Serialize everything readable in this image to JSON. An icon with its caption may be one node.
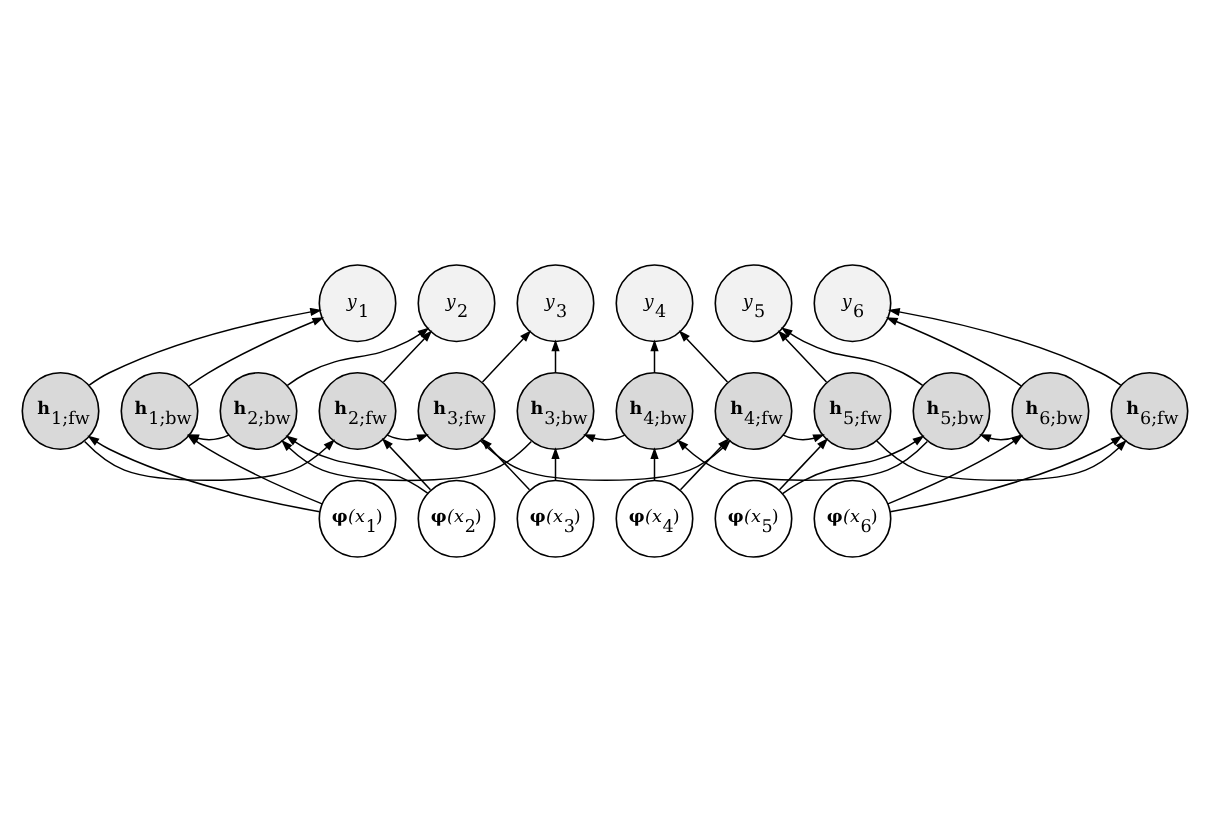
{
  "diagram": {
    "nodes": [
      {
        "text": [
          "y$_{1}$"
        ]
      },
      {
        "text": [
          "y$_{2}$"
        ]
      },
      {
        "text": [
          "y$_{3}$"
        ]
      },
      {
        "text": [
          "y$_{4}$"
        ]
      },
      {
        "text": [
          "y$_{5}$"
        ]
      },
      {
        "text": [
          "y$_{6}$"
        ]
      },
      {
        "text": [
          "**h**$_{1;bw}$"
        ]
      },
      {
        "text": [
          "**h**$_{2;bw}$"
        ]
      },
      {
        "text": [
          "**h**$_{3;bw}$"
        ]
      },
      {
        "text": [
          "**h**$_{4;bw}$"
        ]
      },
      {
        "text": [
          "**h**$_{5;bw}$"
        ]
      },
      {
        "text": [
          "**h**$_{6;bw}$"
        ]
      },
      {
        "text": [
          "**h**$_{1;fw}$"
        ]
      },
      {
        "text": [
          "**h**$_{2;fw}$"
        ]
      },
      {
        "text": [
          "**h**$_{3;fw}$"
        ]
      },
      {
        "text": [
          "**h**$_{4;fw}$"
        ]
      },
      {
        "text": [
          "**h**$_{5;fw}$"
        ]
      },
      {
        "text": [
          "**h**$_{6;fw}$"
        ]
      },
      {
        "text": [
          "**φ**(x$_{1}$)"
        ]
      },
      {
        "text": [
          "**φ**(x$_{2}$)"
        ]
      },
      {
        "text": [
          "**φ**(x$_{3}$)"
        ]
      },
      {
        "text": [
          "**φ**(x$_{4}$)"
        ]
      },
      {
        "text": [
          "**φ**(x$_{5}$)"
        ]
      },
      {
        "text": [
          "**φ**(x$_{6}$)"
        ]
      }
    ],
    "edges": [
      {
        "from": 18,
        "to": 12,
        "arrow": "to"
      },
      {
        "from": 18,
        "to": 6,
        "arrow": "to"
      },
      {
        "from": 12,
        "to": 0,
        "arrow": "to"
      },
      {
        "from": 6,
        "to": 0,
        "arrow": "to"
      },
      {
        "from": 12,
        "to": 13,
        "arrow": "to"
      },
      {
        "from": 19,
        "to": 13,
        "arrow": "to"
      },
      {
        "from": 19,
        "to": 7,
        "arrow": "to"
      },
      {
        "from": 13,
        "to": 1,
        "arrow": "to"
      },
      {
        "from": 7,
        "to": 1,
        "arrow": "to"
      },
      {
        "from": 7,
        "to": 6,
        "arrow": "to"
      },
      {
        "from": 13,
        "to": 14,
        "arrow": "to"
      },
      {
        "from": 20,
        "to": 14,
        "arrow": "to"
      },
      {
        "from": 20,
        "to": 8,
        "arrow": "to"
      },
      {
        "from": 14,
        "to": 2,
        "arrow": "to"
      },
      {
        "from": 8,
        "to": 2,
        "arrow": "to"
      },
      {
        "from": 8,
        "to": 7,
        "arrow": "to"
      },
      {
        "from": 14,
        "to": 15,
        "arrow": "to"
      },
      {
        "from": 21,
        "to": 15,
        "arrow": "to"
      },
      {
        "from": 21,
        "to": 9,
        "arrow": "to"
      },
      {
        "from": 15,
        "to": 3,
        "arrow": "to"
      },
      {
        "from": 9,
        "to": 3,
        "arrow": "to"
      },
      {
        "from": 9,
        "to": 8,
        "arrow": "to"
      },
      {
        "from": 15,
        "to": 16,
        "arrow": "to"
      },
      {
        "from": 22,
        "to": 16,
        "arrow": "to"
      },
      {
        "from": 22,
        "to": 10,
        "arrow": "to"
      },
      {
        "from": 16,
        "to": 4,
        "arrow": "to"
      },
      {
        "from": 10,
        "to": 4,
        "arrow": "to"
      },
      {
        "from": 10,
        "to": 9,
        "arrow": "to"
      },
      {
        "from": 16,
        "to": 17,
        "arrow": "to"
      },
      {
        "from": 23,
        "to": 17,
        "arrow": "to"
      },
      {
        "from": 23,
        "to": 11,
        "arrow": "to"
      },
      {
        "from": 17,
        "to": 5,
        "arrow": "to"
      },
      {
        "from": 11,
        "to": 5,
        "arrow": "to"
      },
      {
        "from": 11,
        "to": 10,
        "arrow": "to"
      }
    ]
  }
}
